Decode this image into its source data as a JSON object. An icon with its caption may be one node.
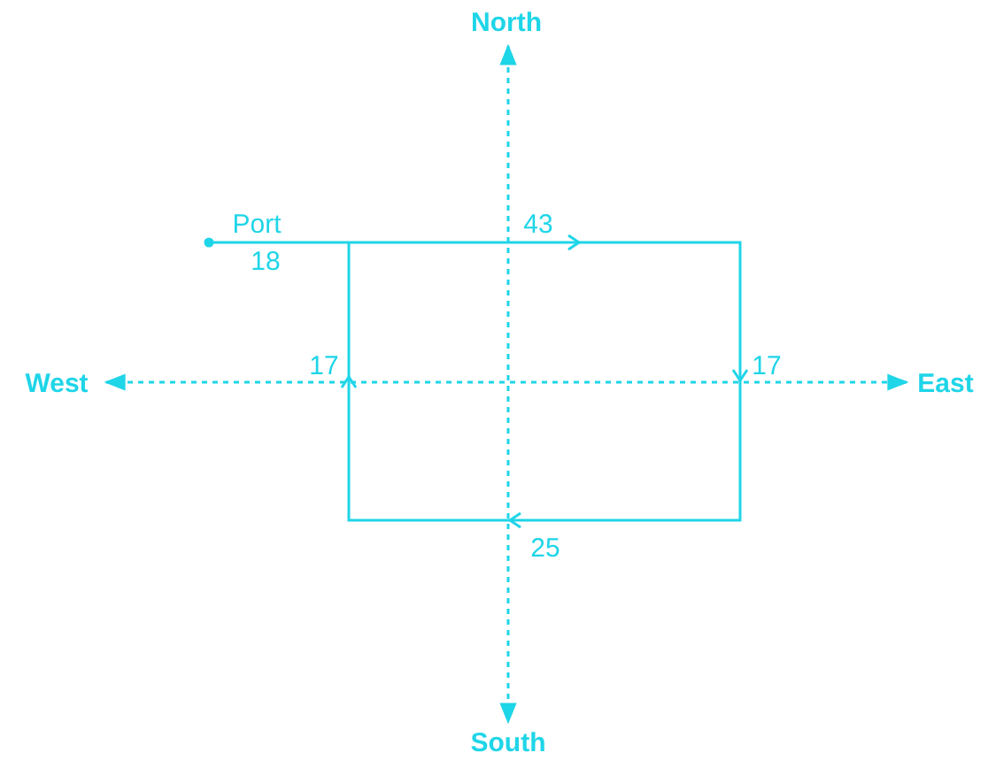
{
  "diagram": {
    "labels": [
      "North",
      "Port",
      "43",
      "18",
      "West",
      "17",
      "17",
      "East",
      "25",
      "South"
    ]
  }
}
